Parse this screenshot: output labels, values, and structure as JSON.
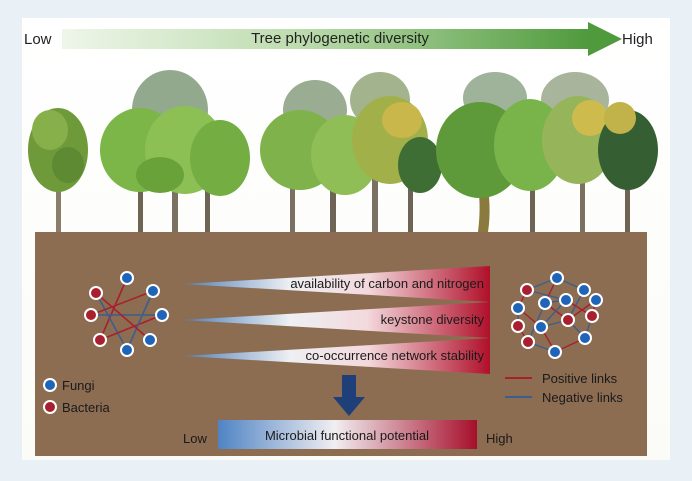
{
  "top_axis": {
    "low_label": "Low",
    "title": "Tree phylogenetic diversity",
    "high_label": "High"
  },
  "wedges": [
    {
      "label": "availability of carbon and nitrogen"
    },
    {
      "label": "keystone diversity"
    },
    {
      "label": "co-occurrence network stability"
    }
  ],
  "legend": {
    "fungi_label": "Fungi",
    "bacteria_label": "Bacteria",
    "positive_label": "Positive links",
    "negative_label": "Negative links"
  },
  "bottom_scale": {
    "low_label": "Low",
    "title": "Microbial functional potential",
    "high_label": "High"
  },
  "colors": {
    "soil": "#8c6d52",
    "fungi": "#1e64b8",
    "bacteria": "#a8202f",
    "positive_link": "#a8202f",
    "negative_link": "#3a5f8f",
    "arrow_green": "#4f9a3c",
    "down_arrow": "#1f3f78",
    "panel_background": "#ffffff",
    "frame_background": "#e9f0f6"
  }
}
